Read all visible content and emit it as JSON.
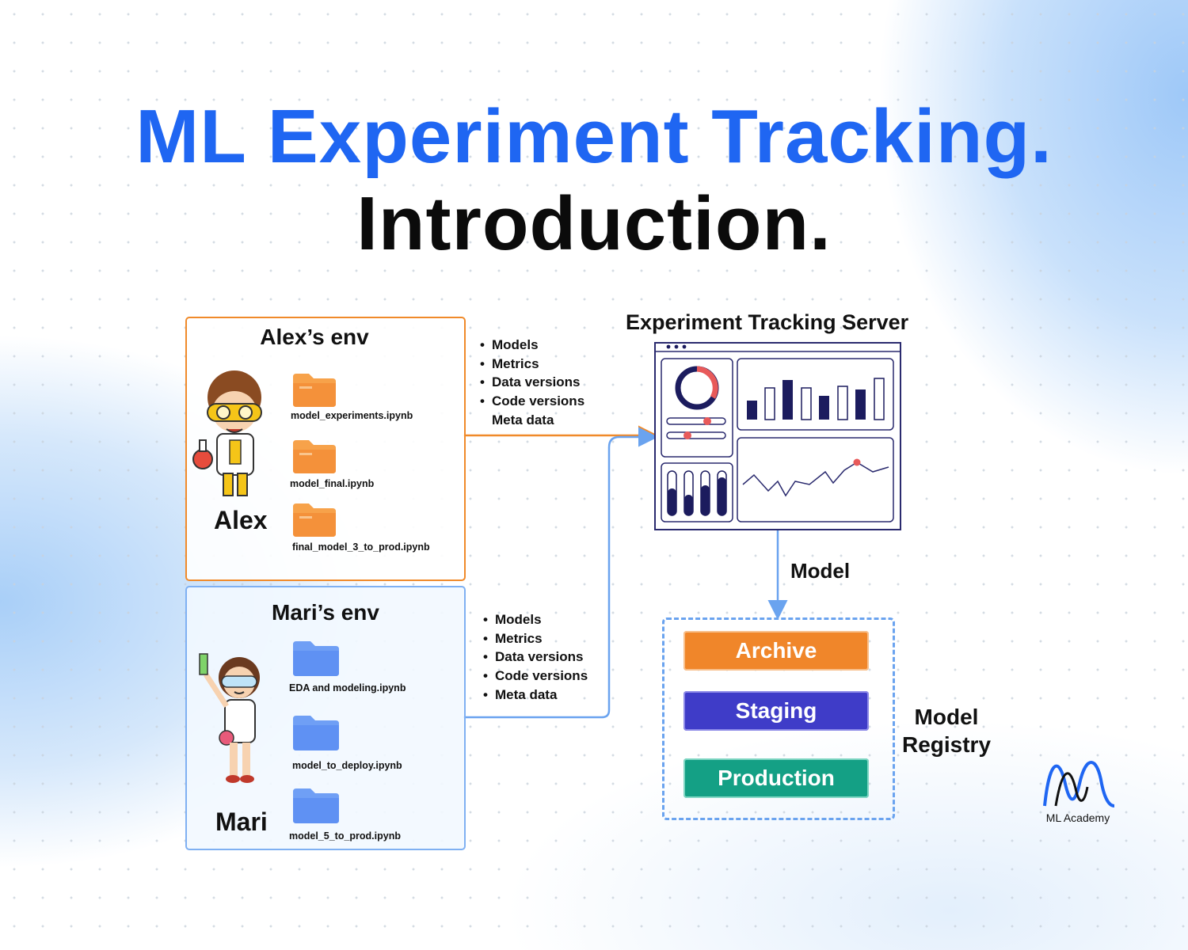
{
  "title": {
    "line1": "ML Experiment Tracking.",
    "line2": "Introduction."
  },
  "alex_env": {
    "title": "Alex’s env",
    "person": "Alex",
    "files": [
      "model_experiments.ipynb",
      "model_final.ipynb",
      "final_model_3_to_prod.ipynb"
    ],
    "folder_color": "#f7a24a"
  },
  "mari_env": {
    "title": "Mari’s env",
    "person": "Mari",
    "files": [
      "EDA and modeling.ipynb",
      "model_to_deploy.ipynb",
      "model_5_to_prod.ipynb"
    ],
    "folder_color": "#6f9ff5"
  },
  "alex_logged": [
    "Models",
    "Metrics",
    "Data versions",
    "Code versions",
    "Meta data"
  ],
  "mari_logged": [
    "Models",
    "Metrics",
    "Data versions",
    "Code versions",
    "Meta data"
  ],
  "server": {
    "title": "Experiment Tracking Server"
  },
  "arrow_label": "Model",
  "registry": {
    "label": "Model Registry",
    "stages": [
      {
        "name": "Archive",
        "color": "#f0862a"
      },
      {
        "name": "Staging",
        "color": "#3f3cc8"
      },
      {
        "name": "Production",
        "color": "#14a085"
      }
    ]
  },
  "brand": {
    "name": "ML Academy"
  },
  "colors": {
    "accent_blue": "#1f66f2",
    "alex_orange": "#f08a2a",
    "mari_blue": "#7fb0f2",
    "dashboard_navy": "#1c1c5e",
    "highlight_red": "#e85a5a"
  }
}
